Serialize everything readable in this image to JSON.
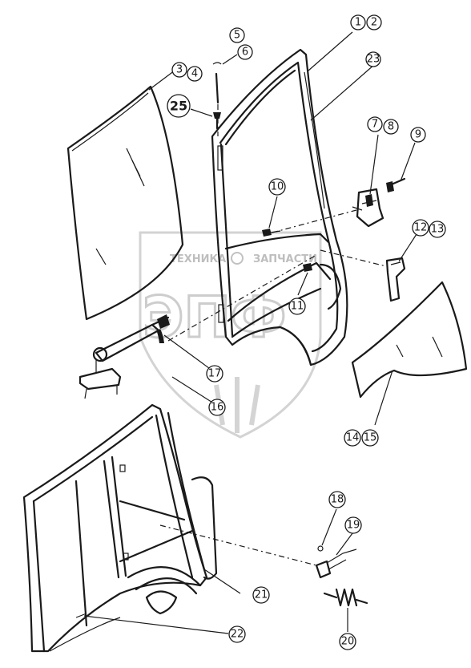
{
  "watermark": {
    "top_text": "ТЕХНИКА",
    "top_text_2": "ЗАПЧАСТИ",
    "logo_letters": "ЭПФ"
  },
  "callouts": [
    {
      "id": "c1",
      "label": "1"
    },
    {
      "id": "c2",
      "label": "2"
    },
    {
      "id": "c3",
      "label": "3"
    },
    {
      "id": "c4",
      "label": "4"
    },
    {
      "id": "c5",
      "label": "5"
    },
    {
      "id": "c6",
      "label": "6"
    },
    {
      "id": "c7",
      "label": "7"
    },
    {
      "id": "c8",
      "label": "8"
    },
    {
      "id": "c9",
      "label": "9"
    },
    {
      "id": "c10",
      "label": "10"
    },
    {
      "id": "c11",
      "label": "11"
    },
    {
      "id": "c12",
      "label": "12"
    },
    {
      "id": "c13",
      "label": "13"
    },
    {
      "id": "c14",
      "label": "14"
    },
    {
      "id": "c15",
      "label": "15"
    },
    {
      "id": "c16",
      "label": "16"
    },
    {
      "id": "c17",
      "label": "17"
    },
    {
      "id": "c18",
      "label": "18"
    },
    {
      "id": "c19",
      "label": "19"
    },
    {
      "id": "c20",
      "label": "20"
    },
    {
      "id": "c21",
      "label": "21"
    },
    {
      "id": "c22",
      "label": "22"
    },
    {
      "id": "c23",
      "label": "23"
    },
    {
      "id": "c25",
      "label": "25"
    }
  ]
}
